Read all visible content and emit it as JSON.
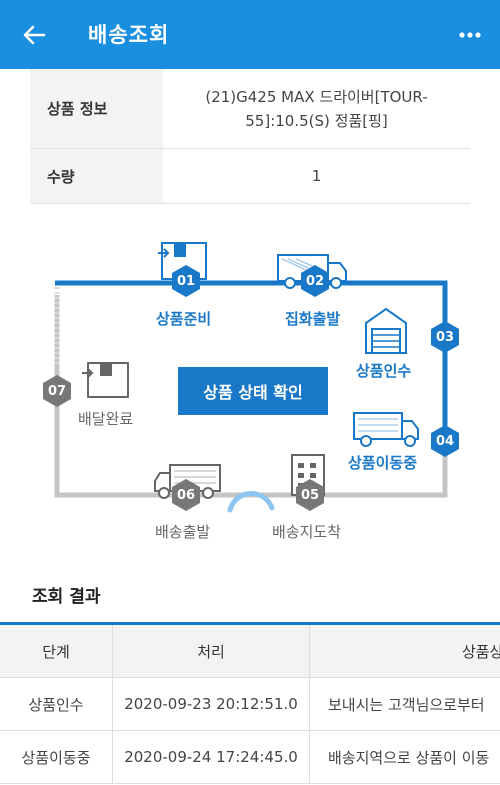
{
  "header": {
    "title": "배송조회",
    "back_icon": "arrow-left-icon",
    "more_icon": "more-dots-icon",
    "bg_color": "#1a8fe0"
  },
  "product_info": {
    "rows": [
      {
        "label": "상품 정보",
        "value": "(21)G425 MAX 드라이버[TOUR-55]:10.5(S) 정품[핑]"
      },
      {
        "label": "수량",
        "value": "1"
      }
    ]
  },
  "diagram": {
    "center_label": "상품 상태 확인",
    "accent_color": "#1a78c8",
    "inactive_color": "#777777",
    "steps": [
      {
        "num": "01",
        "label": "상품준비",
        "icon": "box-icon",
        "active": true
      },
      {
        "num": "02",
        "label": "집화출발",
        "icon": "truck-icon",
        "active": true
      },
      {
        "num": "03",
        "label": "상품인수",
        "icon": "warehouse-icon",
        "active": true
      },
      {
        "num": "04",
        "label": "상품이동중",
        "icon": "truck-icon",
        "active": true
      },
      {
        "num": "05",
        "label": "배송지도착",
        "icon": "building-icon",
        "active": false
      },
      {
        "num": "06",
        "label": "배송출발",
        "icon": "truck-icon",
        "active": false
      },
      {
        "num": "07",
        "label": "배달완료",
        "icon": "box-icon",
        "active": false
      }
    ]
  },
  "results": {
    "title": "조회 결과",
    "columns": [
      "단계",
      "처리",
      "상품상"
    ],
    "rows": [
      {
        "stage": "상품인수",
        "time": "2020-09-23 20:12:51.0",
        "detail": "보내시는 고객님으로부터"
      },
      {
        "stage": "상품이동중",
        "time": "2020-09-24 17:24:45.0",
        "detail": "배송지역으로 상품이 이동"
      }
    ]
  }
}
